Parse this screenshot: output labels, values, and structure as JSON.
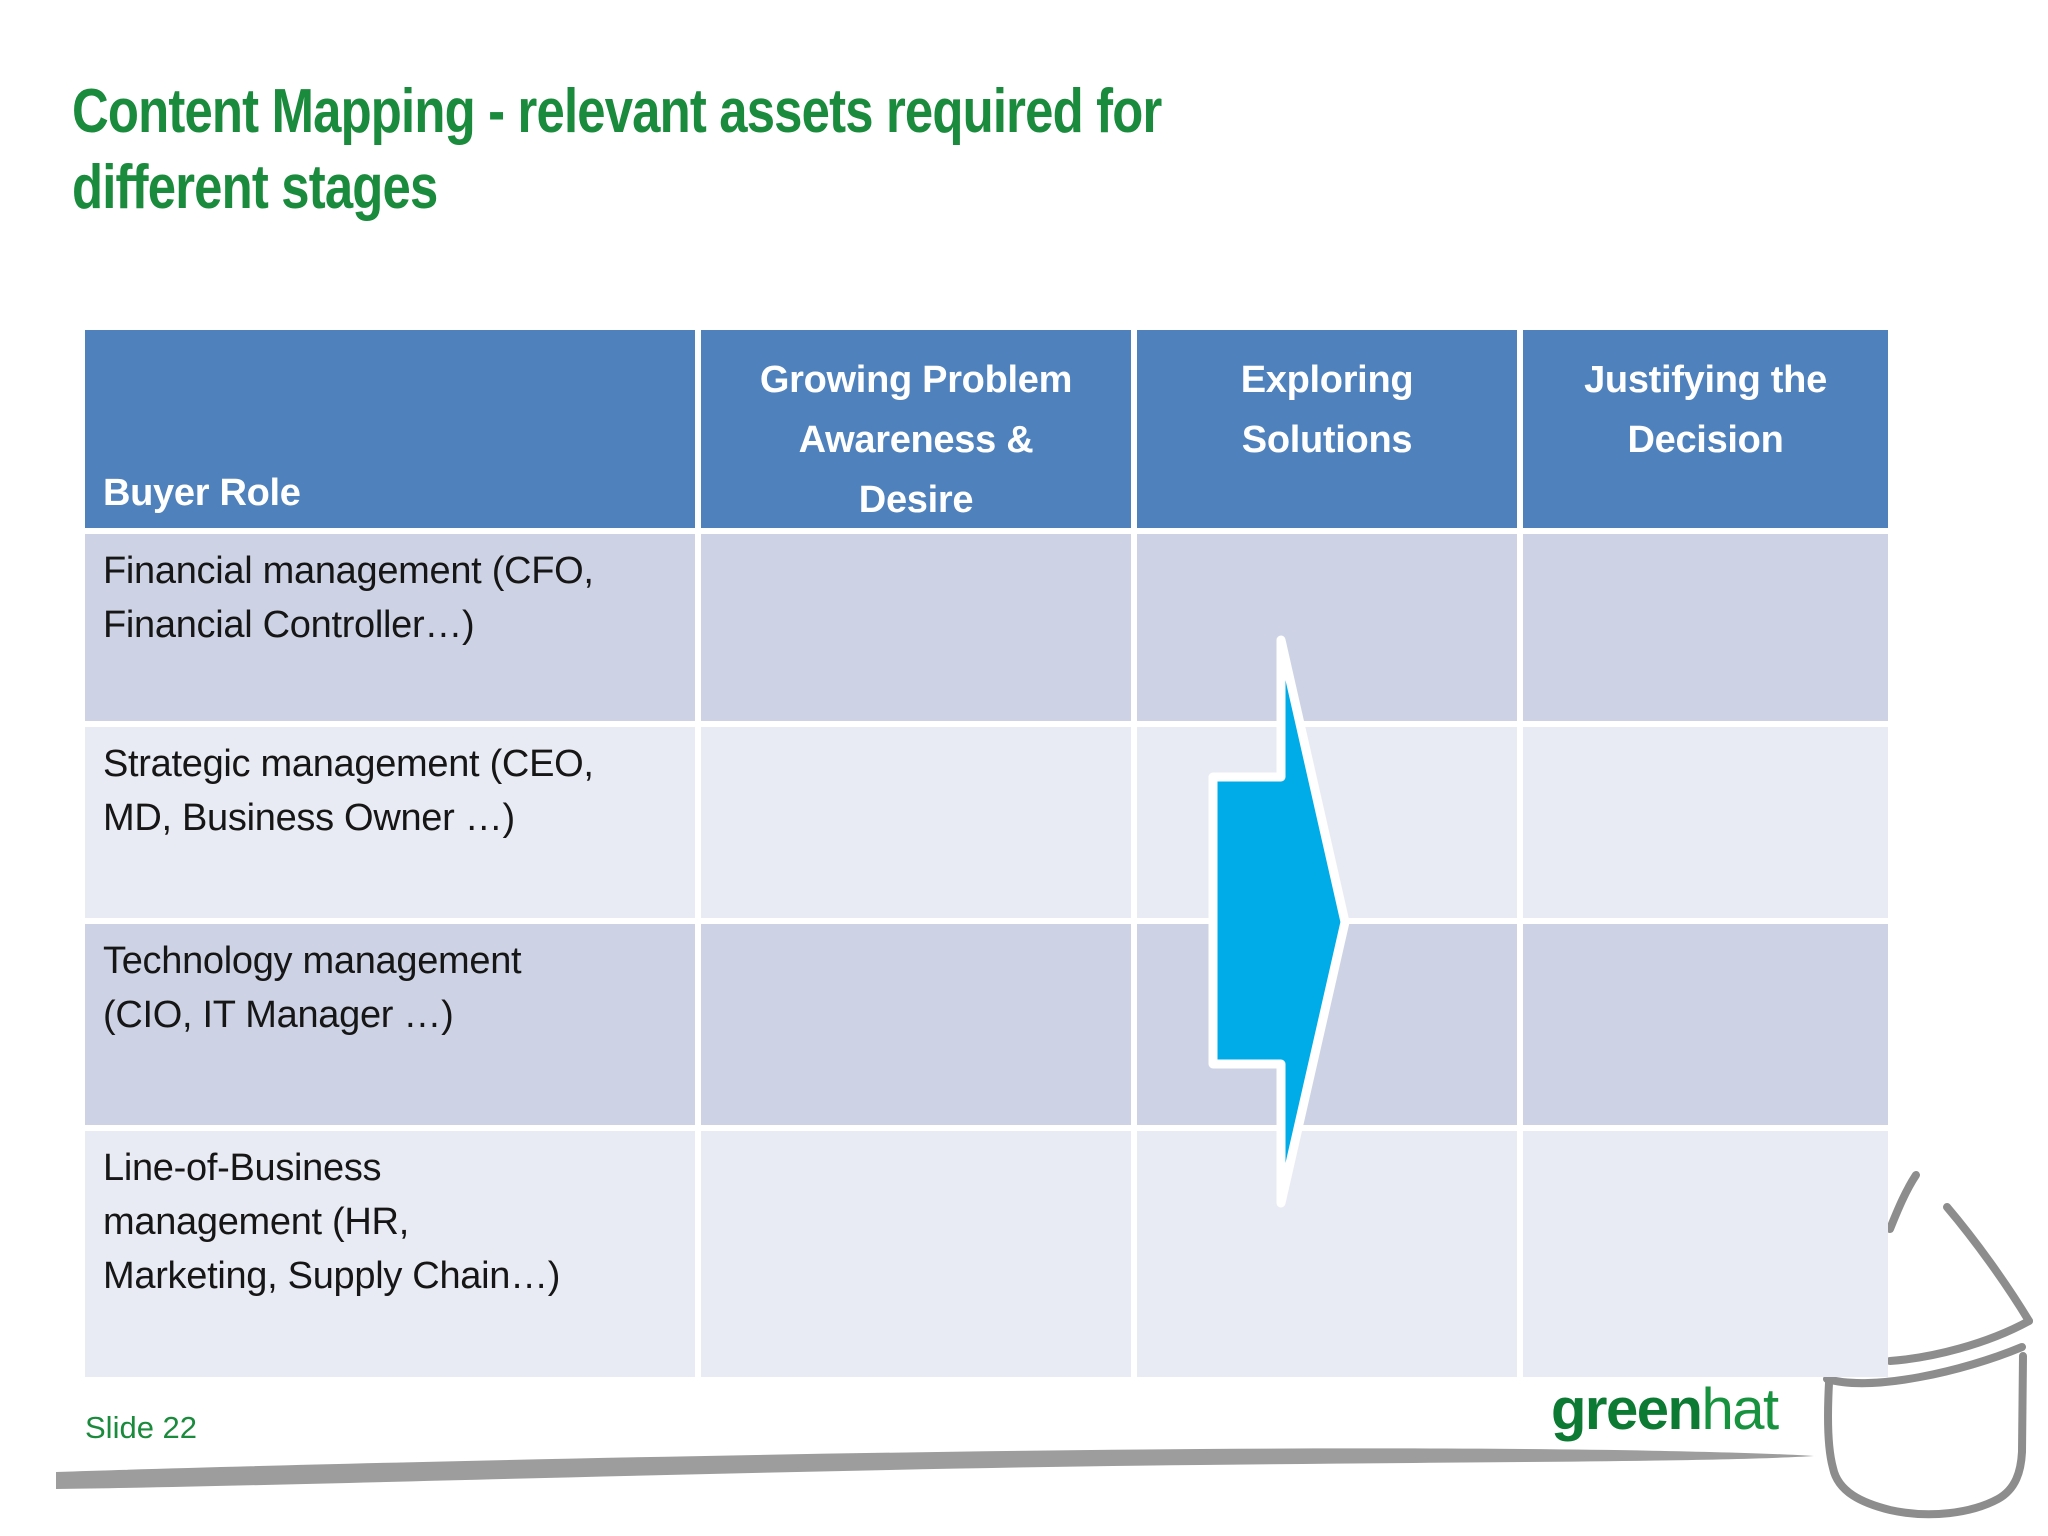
{
  "title": {
    "lines": [
      "Content Mapping - relevant assets required for",
      "different stages"
    ]
  },
  "table": {
    "columns": [
      {
        "label": "Buyer Role",
        "lines": [
          "Buyer Role"
        ]
      },
      {
        "label": "Growing Problem Awareness & Desire",
        "lines": [
          "Growing Problem",
          "Awareness &",
          "Desire"
        ]
      },
      {
        "label": "Exploring Solutions",
        "lines": [
          "Exploring",
          "Solutions"
        ]
      },
      {
        "label": "Justifying the Decision",
        "lines": [
          "Justifying the",
          "Decision"
        ]
      }
    ],
    "rows": [
      {
        "label": "Financial management (CFO, Financial Controller…)",
        "lines": [
          "Financial management (CFO,",
          "Financial Controller…)"
        ]
      },
      {
        "label": "Strategic management (CEO, MD, Business Owner …)",
        "lines": [
          "Strategic management (CEO,",
          "MD, Business Owner …)"
        ]
      },
      {
        "label": "Technology management (CIO, IT Manager …)",
        "lines": [
          "Technology management",
          "(CIO, IT Manager …)"
        ]
      },
      {
        "label": "Line-of-Business management (HR, Marketing, Supply Chain…)",
        "lines": [
          "Line-of-Business",
          "management (HR,",
          "Marketing, Supply Chain…)"
        ]
      }
    ]
  },
  "footer": {
    "slide_label": "Slide 22"
  },
  "logo": {
    "bold_part": "green",
    "regular_part": "hat"
  },
  "icons": {
    "arrow": "right-arrow",
    "hat": "hat-sketch",
    "underline": "hand-drawn-underline"
  },
  "colors": {
    "title_green": "#1a8a3c",
    "header_blue": "#4F81BD",
    "row_band_dark": "#CDD3E4",
    "row_band_light": "#E9EBF4",
    "arrow_blue": "#00ACE8",
    "sketch_gray": "#8d8d8d"
  }
}
